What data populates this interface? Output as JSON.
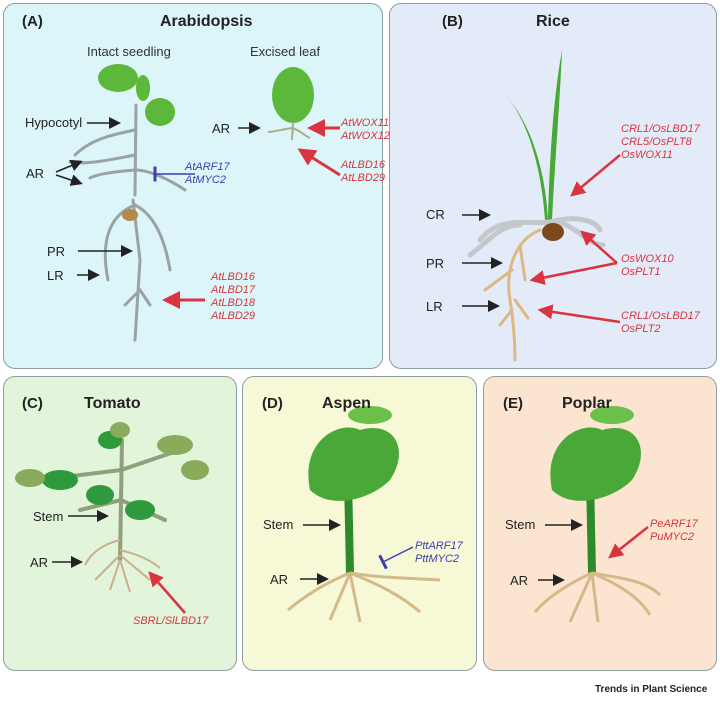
{
  "colors": {
    "activator": "#d9343f",
    "repressor": "#3a3fb0",
    "panel_a": "#dcf5f8",
    "panel_b": "#e4ebf8",
    "panel_c": "#e2f4da",
    "panel_d": "#f6f8d6",
    "panel_e": "#fbe5d1"
  },
  "panels": {
    "a": {
      "letter": "(A)",
      "title": "Arabidopsis",
      "sub1": "Intact seedling",
      "sub2": "Excised leaf",
      "labels": {
        "hypocotyl": "Hypocotyl",
        "ar": "AR",
        "pr": "PR",
        "lr": "LR",
        "ar_leaf": "AR"
      },
      "genes": {
        "repress": "AtARF17\nAtMYC2",
        "leaf1": "AtWOX11\nAtWOX12",
        "leaf2": "AtLBD16\nAtLBD29",
        "lr": "AtLBD16\nAtLBD17\nAtLBD18\nAtLBD29"
      }
    },
    "b": {
      "letter": "(B)",
      "title": "Rice",
      "labels": {
        "cr": "CR",
        "pr": "PR",
        "lr": "LR"
      },
      "genes": {
        "cr": "CRL1/OsLBD17\nCRL5/OsPLT8\nOsWOX11",
        "pr": "OsWOX10\nOsPLT1",
        "lr": "CRL1/OsLBD17\nOsPLT2"
      }
    },
    "c": {
      "letter": "(C)",
      "title": "Tomato",
      "labels": {
        "stem": "Stem",
        "ar": "AR"
      },
      "genes": {
        "ar": "SBRL/SlLBD17"
      }
    },
    "d": {
      "letter": "(D)",
      "title": "Aspen",
      "labels": {
        "stem": "Stem",
        "ar": "AR"
      },
      "genes": {
        "repress": "PttARF17\nPttMYC2"
      }
    },
    "e": {
      "letter": "(E)",
      "title": "Poplar",
      "labels": {
        "stem": "Stem",
        "ar": "AR"
      },
      "genes": {
        "ar": "PeARF17\nPuMYC2"
      }
    }
  },
  "footer": "Trends in Plant Science"
}
